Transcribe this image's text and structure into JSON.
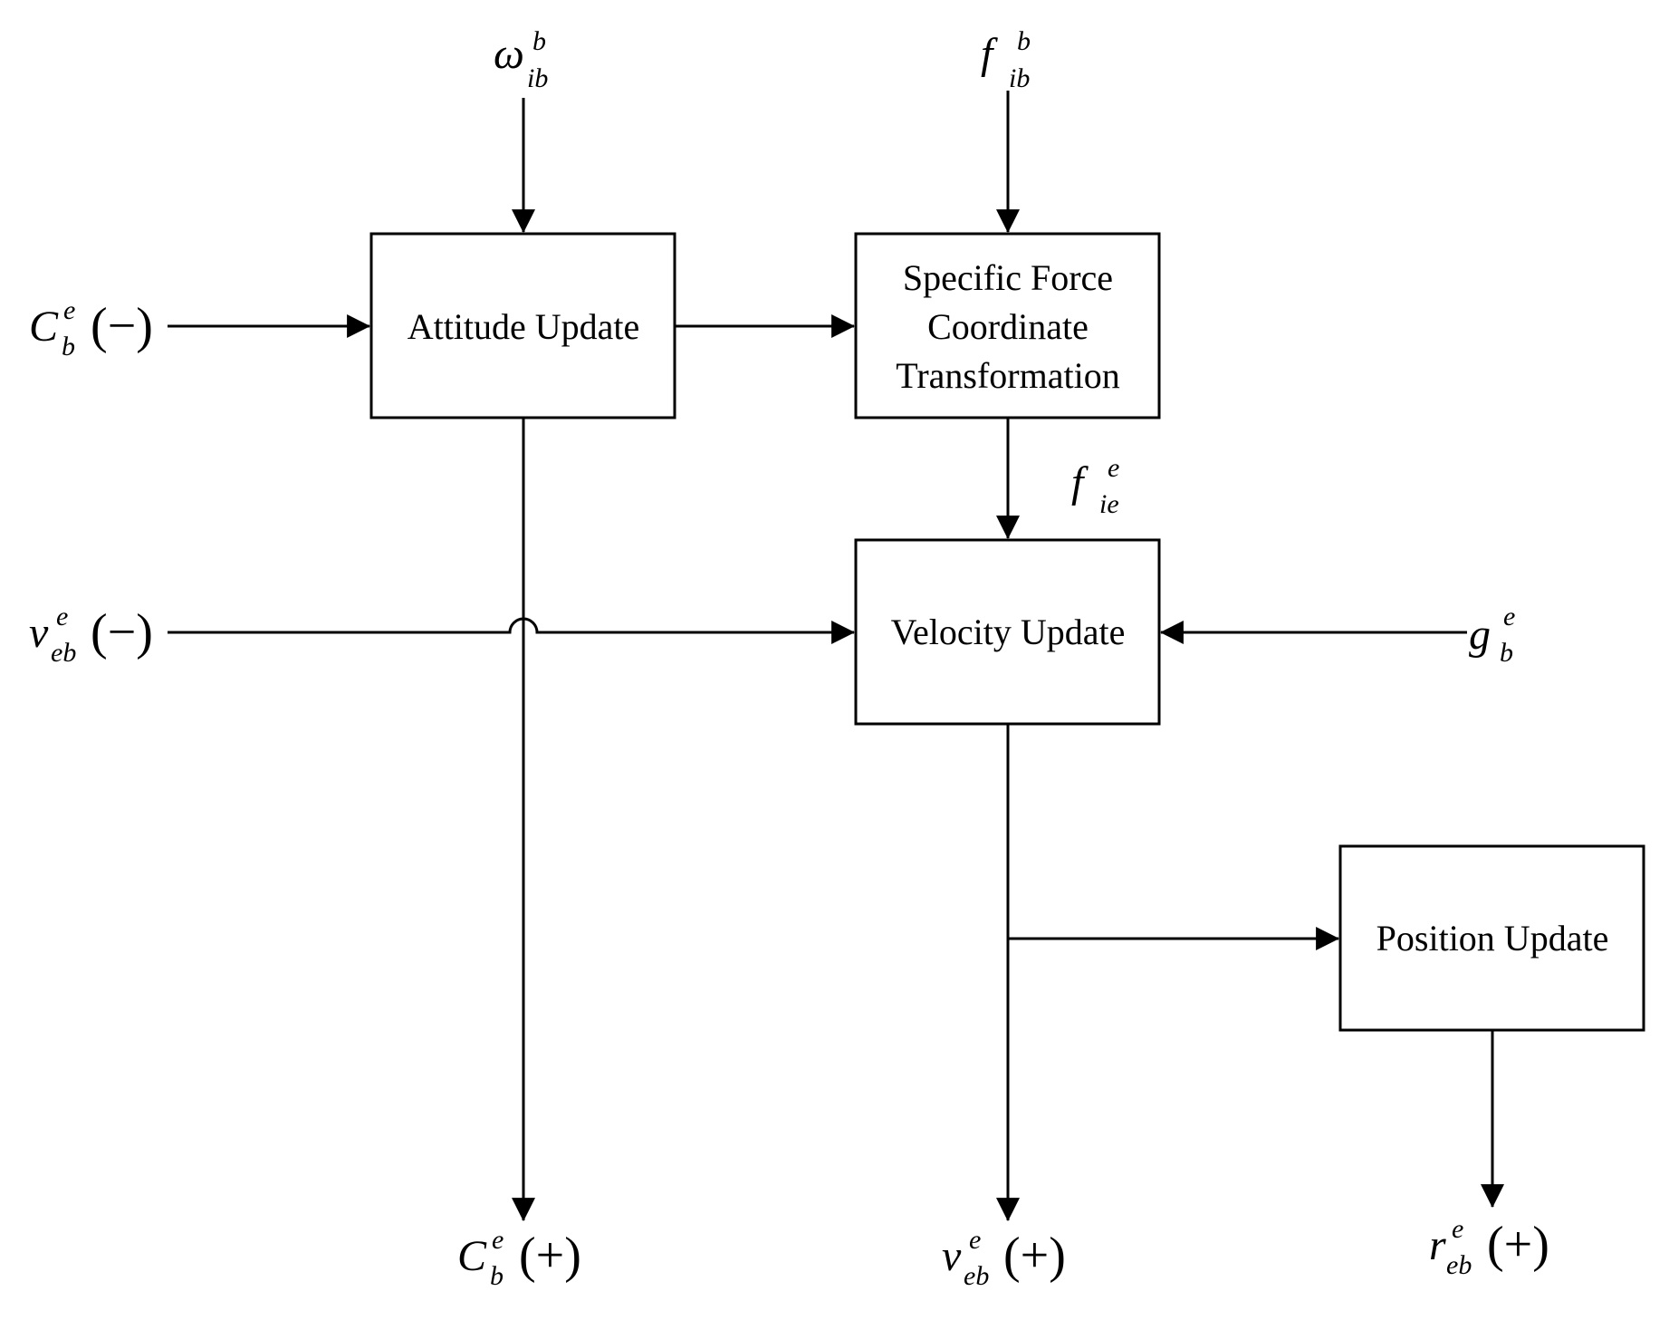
{
  "blocks": {
    "attitude_update": "Attitude Update",
    "specific_force": [
      "Specific Force",
      "Coordinate",
      "Transformation"
    ],
    "velocity_update": "Velocity Update",
    "position_update": "Position Update"
  },
  "signals": {
    "omega_ib_b": {
      "base": "ω",
      "sup": "b",
      "sub": "ib"
    },
    "f_ib_b": {
      "base": "f",
      "sup": "b",
      "sub": "ib"
    },
    "f_ie_e": {
      "base": "f",
      "sup": "e",
      "sub": "ie"
    },
    "g_b_e": {
      "base": "g",
      "sup": "e",
      "sub": "b"
    },
    "C_b_e_minus": {
      "base": "C",
      "sup": "e",
      "sub": "b",
      "suffix": "(−)"
    },
    "v_eb_e_minus": {
      "base": "v",
      "sup": "e",
      "sub": "eb",
      "suffix": "(−)"
    },
    "C_b_e_plus": {
      "base": "C",
      "sup": "e",
      "sub": "b",
      "suffix": "(+)"
    },
    "v_eb_e_plus": {
      "base": "v",
      "sup": "e",
      "sub": "eb",
      "suffix": "(+)"
    },
    "r_eb_e_plus": {
      "base": "r",
      "sup": "e",
      "sub": "eb",
      "suffix": "(+)"
    }
  }
}
